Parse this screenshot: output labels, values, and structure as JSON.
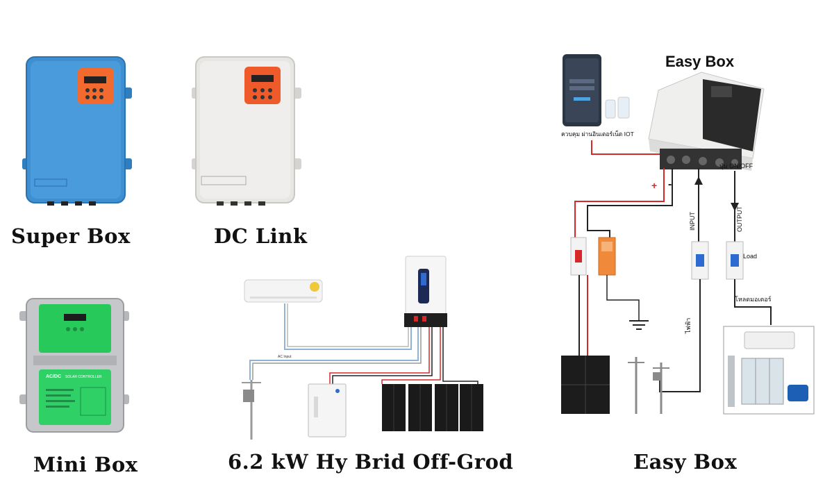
{
  "products": {
    "super_box": {
      "caption": "Super Box",
      "body_color": "#3d8fd1",
      "panel_color": "#f26a2e"
    },
    "dc_link": {
      "caption": "DC Link",
      "body_color": "#e7e6e3",
      "panel_color": "#ef5a2a"
    },
    "mini_box": {
      "caption": "Mini Box",
      "body_color": "#cfd1d3",
      "panel_color": "#27c95b",
      "label_title": "AC/DC",
      "label_subtitle": "SOLAR CONTROLLER"
    },
    "hybrid": {
      "caption": "6.2 kW Hy Brid Off-Grod",
      "wire_label_ac": "AC Input"
    },
    "easy_box": {
      "caption": "Easy Box",
      "diagram_title": "Easy Box",
      "iot_label": "ควบคุม ผ่านอินเตอร์เน็ต IOT",
      "switch_label": "ปุ่ม ON/OFF",
      "plus_label": "+",
      "minus_label": "-",
      "input_label": "INPUT",
      "output_label": "OUTPUT",
      "load_label": "Load",
      "motor_load_label": "โหลดมอเตอร์",
      "grid_label": "ไฟฟ้า"
    }
  },
  "colors": {
    "red_wire": "#d62828",
    "black_wire": "#222222",
    "blue_wire": "#8fb2d6"
  }
}
